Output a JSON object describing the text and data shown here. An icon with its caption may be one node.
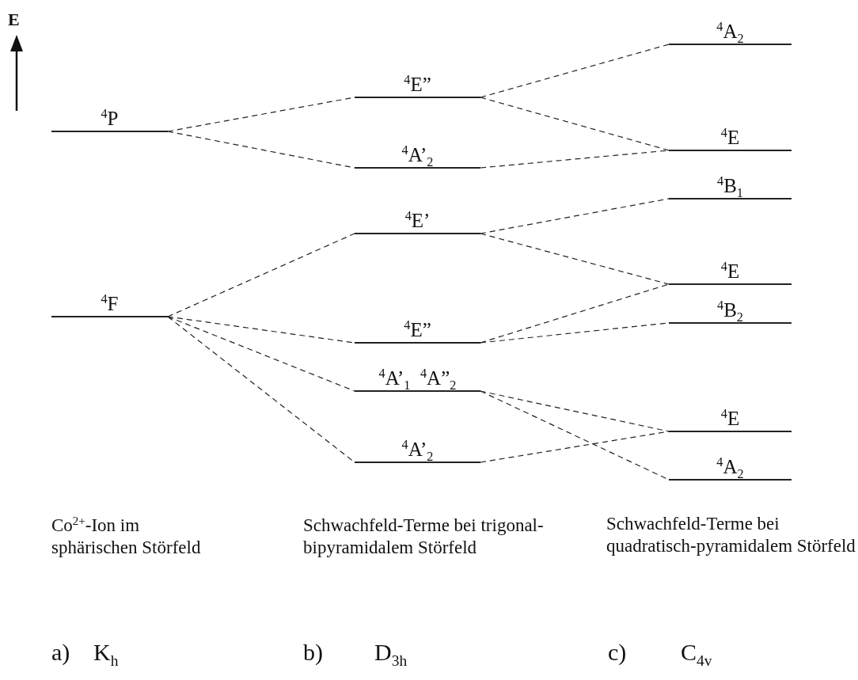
{
  "diagram": {
    "nodes": [
      {
        "text": [
          "$^{4}$P"
        ]
      },
      {
        "text": [
          "$^{4}$F"
        ]
      },
      {
        "text": [
          "$^{4}$E”"
        ]
      },
      {
        "text": [
          "$^{4}$A’$_{2}$"
        ]
      },
      {
        "text": [
          "$^{4}$E’"
        ]
      },
      {
        "text": [
          "$^{4}$E”"
        ]
      },
      {
        "text": [
          "$^{4}$A’$_{1}$  $^{4}$A”$_{2}$"
        ]
      },
      {
        "text": [
          "$^{4}$A’$_{2}$"
        ]
      },
      {
        "text": [
          "$^{4}$A$_{2}$"
        ]
      },
      {
        "text": [
          "$^{4}$E"
        ]
      },
      {
        "text": [
          "$^{4}$B$_{1}$"
        ]
      },
      {
        "text": [
          "$^{4}$E"
        ]
      },
      {
        "text": [
          "$^{4}$B$_{2}$"
        ]
      },
      {
        "text": [
          "$^{4}$E"
        ]
      },
      {
        "text": [
          "$^{4}$A$_{2}$"
        ]
      }
    ],
    "edges": [
      {
        "from": 0,
        "to": 2,
        "arrow": "none",
        "style": "dashed"
      },
      {
        "from": 0,
        "to": 3,
        "arrow": "none",
        "style": "dashed"
      },
      {
        "from": 1,
        "to": 4,
        "arrow": "none",
        "style": "dashed"
      },
      {
        "from": 1,
        "to": 5,
        "arrow": "none",
        "style": "dashed"
      },
      {
        "from": 1,
        "to": 6,
        "arrow": "none",
        "style": "dashed"
      },
      {
        "from": 1,
        "to": 7,
        "arrow": "none",
        "style": "dashed"
      },
      {
        "from": 2,
        "to": 8,
        "arrow": "none",
        "style": "dashed"
      },
      {
        "from": 2,
        "to": 9,
        "arrow": "none",
        "style": "dashed"
      },
      {
        "from": 3,
        "to": 9,
        "arrow": "none",
        "style": "dashed"
      },
      {
        "from": 4,
        "to": 10,
        "arrow": "none",
        "style": "dashed"
      },
      {
        "from": 4,
        "to": 11,
        "arrow": "none",
        "style": "dashed"
      },
      {
        "from": 5,
        "to": 11,
        "arrow": "none",
        "style": "dashed"
      },
      {
        "from": 5,
        "to": 12,
        "arrow": "none",
        "style": "dashed"
      },
      {
        "from": 6,
        "to": 13,
        "arrow": "none",
        "style": "dashed"
      },
      {
        "from": 6,
        "to": 14,
        "arrow": "none",
        "style": "dashed"
      },
      {
        "from": 7,
        "to": 13,
        "arrow": "none",
        "style": "dashed"
      }
    ],
    "labels": [
      "E",
      "Co$^{2+}$-Ion im sphärischen Störfeld",
      "Schwachfeld-Terme bei trigonal-bipyramidalem Störfeld",
      "Schwachfeld-Terme bei quadratisch-pyramidalem Störfeld",
      "a)",
      "K$_{h}$",
      "b)",
      "D$_{3h}$",
      "c)",
      "C$_{4v}$"
    ]
  }
}
